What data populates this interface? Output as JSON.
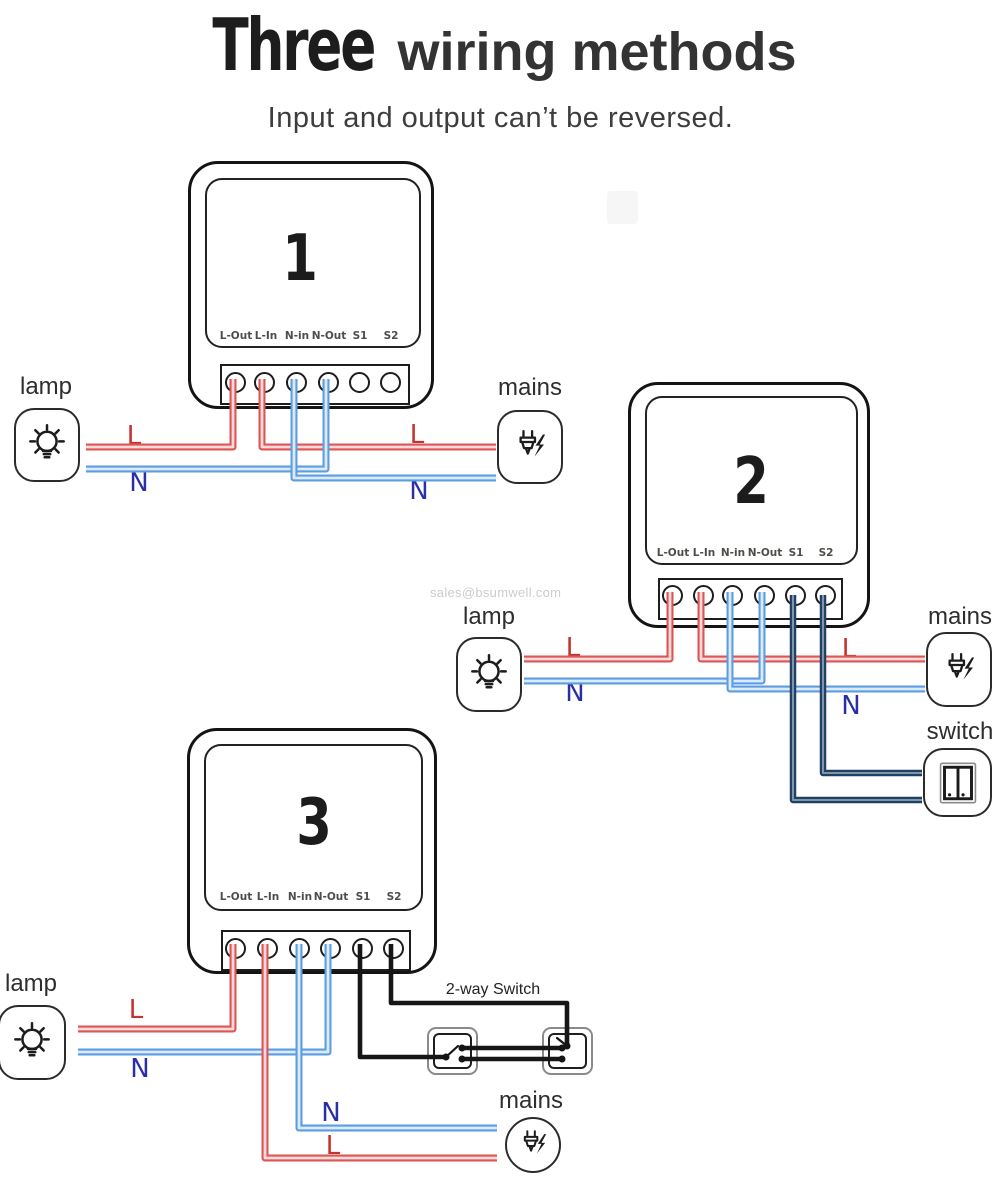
{
  "title": {
    "emphasis": "Three",
    "main": "wiring methods",
    "subtitle": "Input and output can’t be reversed."
  },
  "watermark": "sales@bsumwell.com",
  "terminals": [
    "L-Out",
    "L-In",
    "N-in",
    "N-Out",
    "S1",
    "S2"
  ],
  "wire_labels": {
    "live": "L",
    "neutral": "N"
  },
  "icon_labels": {
    "lamp": "lamp",
    "mains": "mains",
    "switch": "switch",
    "two_way_switch": "2-way Switch"
  },
  "diagrams": [
    {
      "number": "1"
    },
    {
      "number": "2"
    },
    {
      "number": "3"
    }
  ],
  "colors": {
    "live_wire": "#dd5454",
    "neutral_wire": "#5c9ce0",
    "switch_wire": "#1f3f63",
    "plain_wire": "#161616",
    "live_label": "#c4332e",
    "neutral_label": "#2a2fa6"
  }
}
